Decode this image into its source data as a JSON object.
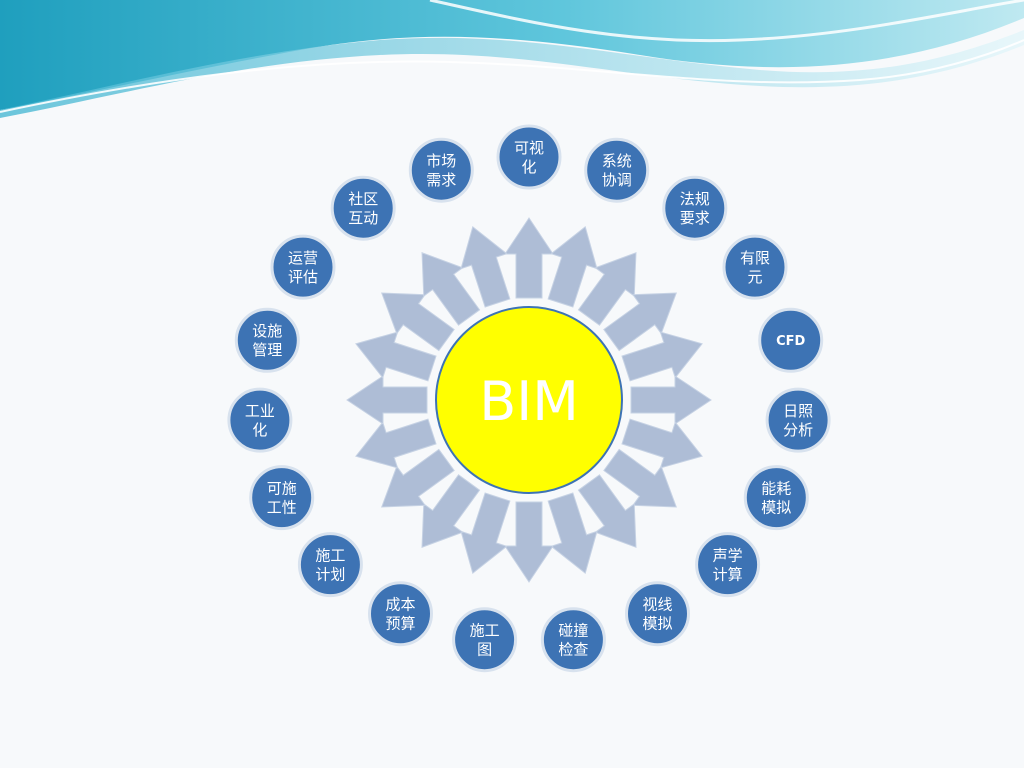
{
  "center": {
    "label": "BIM",
    "fill": "#ffff00",
    "text_color": "#ffffff"
  },
  "colors": {
    "node_fill": "#3d73b4",
    "node_stroke": "#d8e2ee",
    "node_text": "#ffffff",
    "arrow_fill": "#aebdd6",
    "wave_dark": "#2aa3bf",
    "wave_light": "#8fd3e2"
  },
  "nodes": [
    {
      "id": "visualization",
      "lines": [
        "可视",
        "化"
      ]
    },
    {
      "id": "system-coordination",
      "lines": [
        "系统",
        "协调"
      ]
    },
    {
      "id": "regulations",
      "lines": [
        "法规",
        "要求"
      ]
    },
    {
      "id": "finite-element",
      "lines": [
        "有限",
        "元"
      ]
    },
    {
      "id": "cfd",
      "lines": [
        "CFD"
      ]
    },
    {
      "id": "sunlight",
      "lines": [
        "日照",
        "分析"
      ]
    },
    {
      "id": "energy",
      "lines": [
        "能耗",
        "模拟"
      ]
    },
    {
      "id": "acoustics",
      "lines": [
        "声学",
        "计算"
      ]
    },
    {
      "id": "sightline",
      "lines": [
        "视线",
        "模拟"
      ]
    },
    {
      "id": "clash-detection",
      "lines": [
        "碰撞",
        "检查"
      ]
    },
    {
      "id": "construction-drawing",
      "lines": [
        "施工",
        "图"
      ]
    },
    {
      "id": "cost-budget",
      "lines": [
        "成本",
        "预算"
      ]
    },
    {
      "id": "construction-plan",
      "lines": [
        "施工",
        "计划"
      ]
    },
    {
      "id": "constructability",
      "lines": [
        "可施",
        "工性"
      ]
    },
    {
      "id": "industrialization",
      "lines": [
        "工业",
        "化"
      ]
    },
    {
      "id": "facility-management",
      "lines": [
        "设施",
        "管理"
      ]
    },
    {
      "id": "operation-evaluation",
      "lines": [
        "运营",
        "评估"
      ]
    },
    {
      "id": "community-interaction",
      "lines": [
        "社区",
        "互动"
      ]
    },
    {
      "id": "market-demand",
      "lines": [
        "市场",
        "需求"
      ]
    }
  ]
}
